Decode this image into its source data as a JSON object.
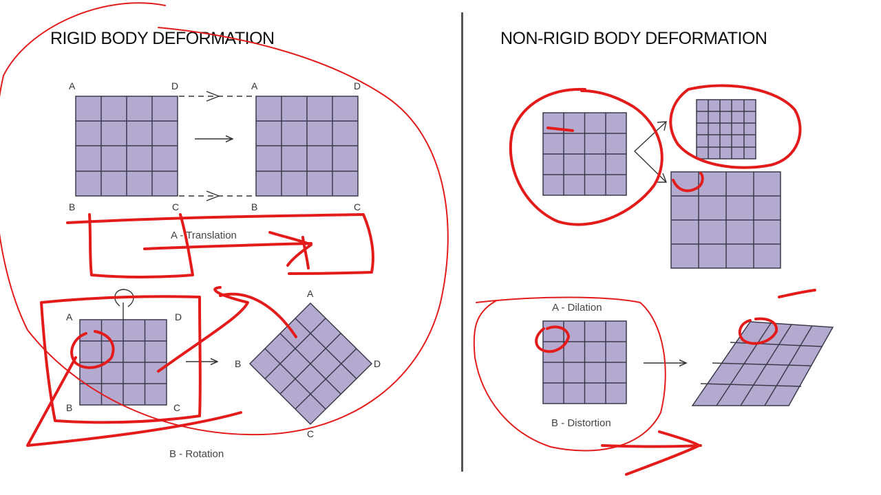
{
  "titles": {
    "rigid": "RIGID BODY DEFORMATION",
    "nonrigid": "NON-RIGID BODY DEFORMATION"
  },
  "captions": {
    "translation": "A - Translation",
    "rotation": "B - Rotation",
    "dilation": "A - Dilation",
    "distortion": "B - Distortion"
  },
  "corners": {
    "a": "A",
    "b": "B",
    "c": "C",
    "d": "D"
  },
  "colors": {
    "grid_fill": "#b4aad0",
    "grid_line": "#3a3a4a",
    "annotation": "#e31b1b",
    "text": "#111111"
  }
}
